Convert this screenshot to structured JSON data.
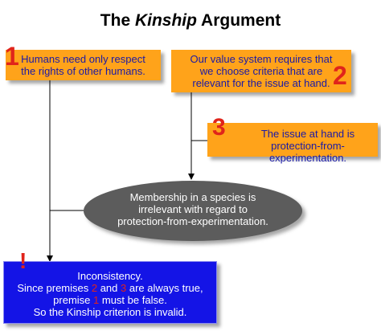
{
  "title": {
    "prefix": "The ",
    "italic": "Kinship",
    "suffix": " Argument"
  },
  "premise1": {
    "number": "1",
    "line1": "Humans  need only respect",
    "line2": "the rights of other humans."
  },
  "premise2": {
    "number": "2",
    "line1": "Our value system requires that",
    "line2": "we choose criteria that are",
    "line3": "relevant for the issue at hand."
  },
  "premise3": {
    "number": "3",
    "line1": "The issue at hand is",
    "line2": "protection-from-experimentation."
  },
  "conclusion": {
    "line1": "Membership in a species is",
    "line2": "irrelevant with regard to",
    "line3": "protection-from-experimentation."
  },
  "inconsistency": {
    "mark": "!",
    "line1": "Inconsistency.",
    "line2a": "Since premises ",
    "line2n1": "2",
    "line2b": " and ",
    "line2n2": "3",
    "line2c": " are always true,",
    "line3a": "premise ",
    "line3n": "1",
    "line3b": " must be false.",
    "line4": "So the Kinship criterion is invalid."
  },
  "colors": {
    "orange": "#ffa31a",
    "blue": "#1414e6",
    "red": "#e0241b",
    "gray": "#5c5c5c",
    "text_blue": "#1a1aa6"
  }
}
